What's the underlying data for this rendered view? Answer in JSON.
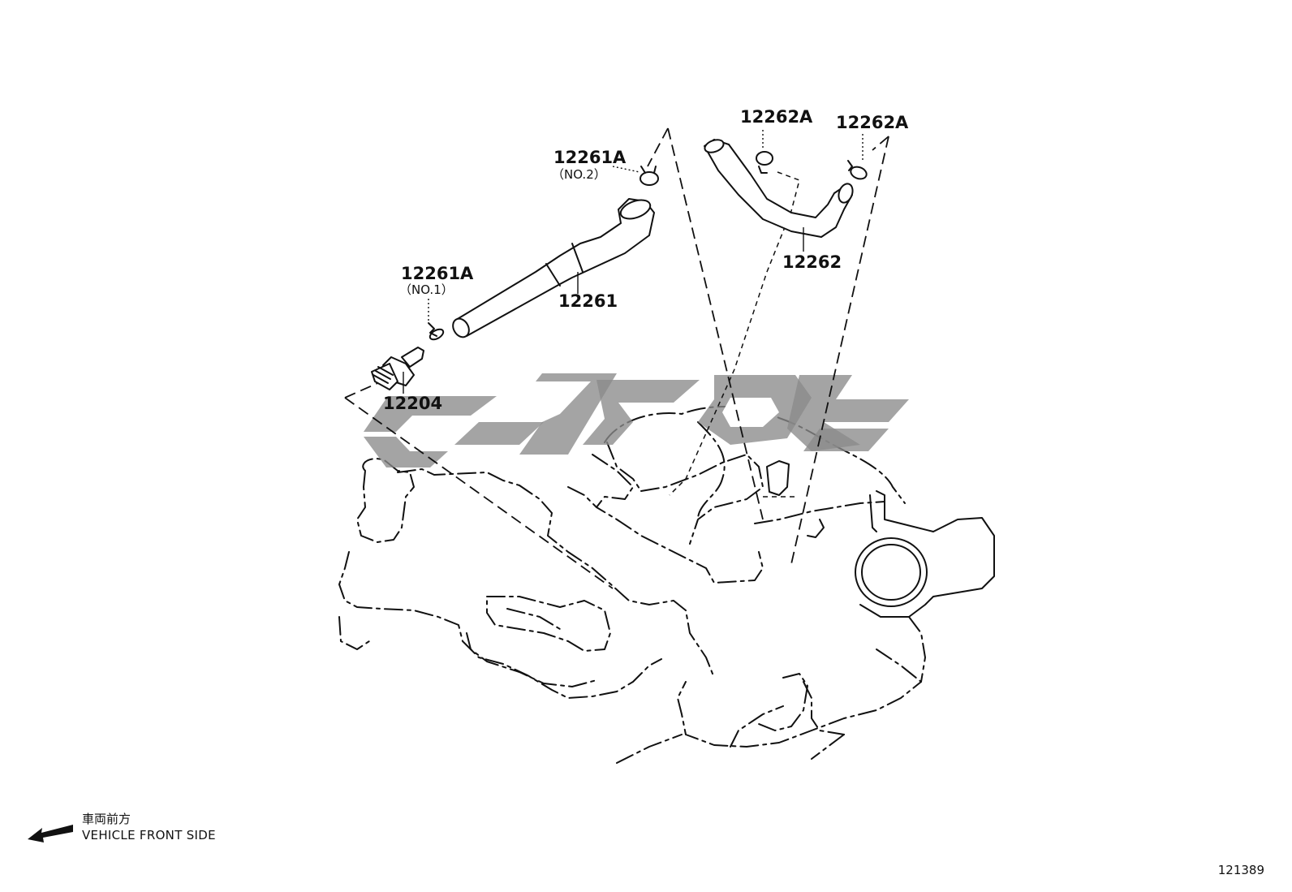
{
  "parts": {
    "p12261a_no2": {
      "number": "12261A",
      "note": "（NO.2）"
    },
    "p12261": {
      "number": "12261"
    },
    "p12261a_no1": {
      "number": "12261A",
      "note": "（NO.1）"
    },
    "p12204": {
      "number": "12204"
    },
    "p12262a_left": {
      "number": "12262A"
    },
    "p12262a_right": {
      "number": "12262A"
    },
    "p12262": {
      "number": "12262"
    }
  },
  "orientation": {
    "label_jp": "車両前方",
    "label_en": "VEHICLE FRONT SIDE",
    "icon": "arrow-left-icon"
  },
  "drawing_number": "121389",
  "colors": {
    "ink": "#111111",
    "watermark": "#8a8a8a",
    "background": "#ffffff"
  }
}
